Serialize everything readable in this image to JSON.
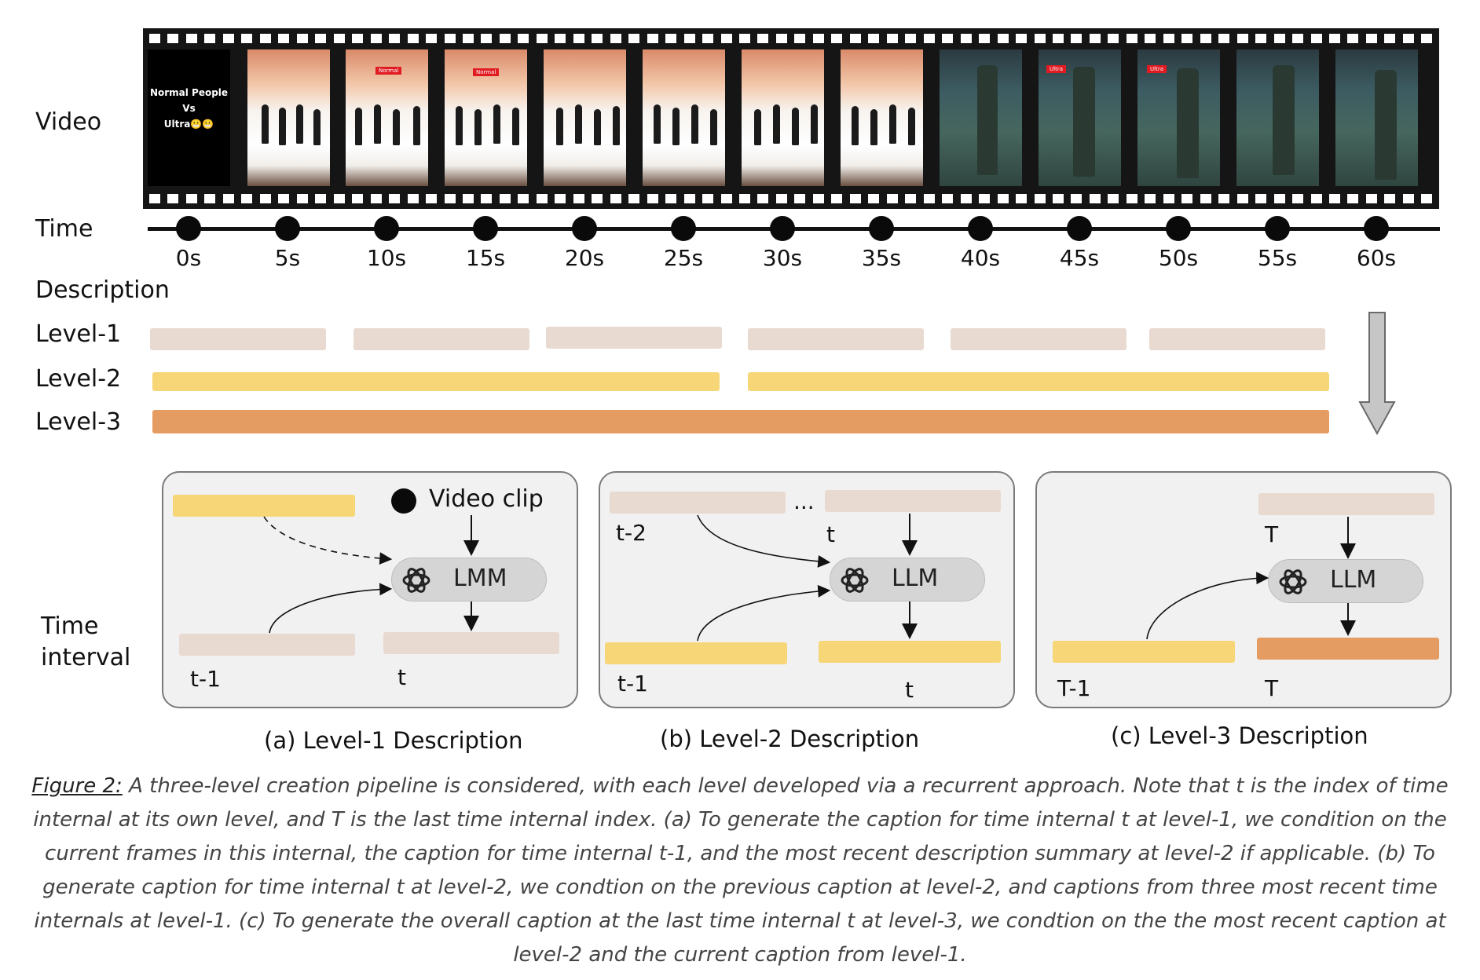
{
  "rows": {
    "video": "Video",
    "time": "Time",
    "description": "Description",
    "level1": "Level-1",
    "level2": "Level-2",
    "level3": "Level-3",
    "time_interval_1": "Time",
    "time_interval_2": "interval"
  },
  "first_frame": {
    "line1": "Normal People",
    "line2": "Vs",
    "line3": "Ultra😬😬"
  },
  "badges": {
    "normal": "Normal",
    "ultra": "Ultra"
  },
  "time_ticks": [
    "0s",
    "5s",
    "10s",
    "15s",
    "20s",
    "25s",
    "30s",
    "35s",
    "40s",
    "45s",
    "50s",
    "55s",
    "60s"
  ],
  "panels": {
    "a": {
      "legend": "Video clip",
      "model": "LMM",
      "prev_label": "t-1",
      "cur_label": "t",
      "subcaption": "(a) Level-1 Description"
    },
    "b": {
      "model": "LLM",
      "ellipsis": "...",
      "top_left_label": "t-2",
      "top_right_label": "t",
      "prev_label": "t-1",
      "cur_label": "t",
      "subcaption": "(b) Level-2 Description"
    },
    "c": {
      "model": "LLM",
      "top_label": "T",
      "prev_label": "T-1",
      "cur_label": "T",
      "subcaption": "(c) Level-3 Description"
    }
  },
  "caption": {
    "lead": "Figure 2:",
    "text": "A three-level creation pipeline is considered, with each level developed via a recurrent approach. Note that t is the index of time internal at its own level, and T is the last time internal index. (a) To generate the caption for time internal t at level-1, we condition on the current frames in this internal, the caption for time internal t-1, and the most recent description summary at level-2 if applicable. (b) To generate caption for time internal t at level-2, we condtion on the previous caption at level-2, and captions from three most recent time internals at level-1. (c) To generate the overall caption at the last time internal t at level-3, we condtion on the the most recent caption at level-2 and the current caption from level-1."
  },
  "colors": {
    "level1": "#e8dad0",
    "level2": "#f6d676",
    "level3": "#e59c63",
    "panel_bg": "#f1f1f1"
  }
}
